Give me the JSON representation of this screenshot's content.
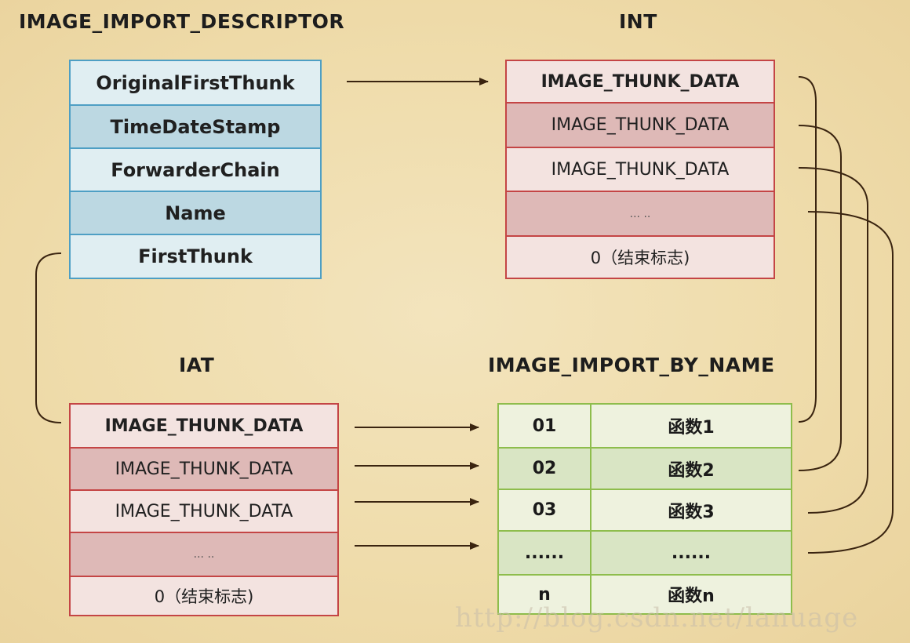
{
  "titles": {
    "descriptor": "IMAGE_IMPORT_DESCRIPTOR",
    "int": "INT",
    "iat": "IAT",
    "by_name": "IMAGE_IMPORT_BY_NAME"
  },
  "descriptor_rows": [
    "OriginalFirstThunk",
    "TimeDateStamp",
    "ForwarderChain",
    "Name",
    "FirstThunk"
  ],
  "int_rows": [
    "IMAGE_THUNK_DATA",
    "IMAGE_THUNK_DATA",
    "IMAGE_THUNK_DATA",
    "... ..",
    "0（结束标志)"
  ],
  "iat_rows": [
    "IMAGE_THUNK_DATA",
    "IMAGE_THUNK_DATA",
    "IMAGE_THUNK_DATA",
    "... ..",
    "0（结束标志)"
  ],
  "by_name_rows": [
    {
      "hint": "01",
      "name": "函数1"
    },
    {
      "hint": "02",
      "name": "函数2"
    },
    {
      "hint": "03",
      "name": "函数3"
    },
    {
      "hint": "......",
      "name": "......"
    },
    {
      "hint": "n",
      "name": "函数n"
    }
  ],
  "watermark": "http://blog.csdn.net/lanuage",
  "colors": {
    "background": "#efdcab",
    "descriptor_light": "#e0eef2",
    "descriptor_dark": "#bcd8e2",
    "descriptor_border": "#4e9fc4",
    "thunk_light": "#f3e3e0",
    "thunk_dark": "#deb9b7",
    "thunk_border": "#c44545",
    "name_light": "#eef2de",
    "name_dark": "#d9e5c4",
    "name_border": "#8ebd4c",
    "connector": "#3a2410"
  }
}
